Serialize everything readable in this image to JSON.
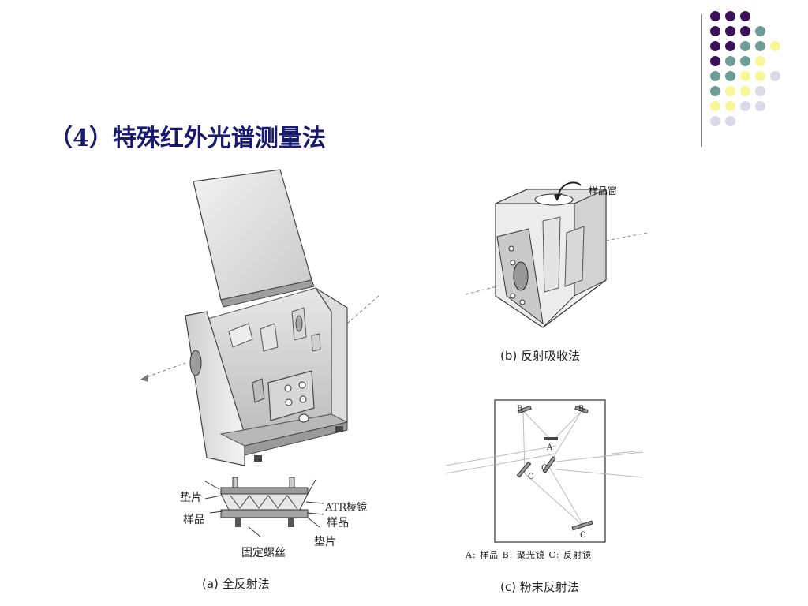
{
  "slide": {
    "title": "（4）特殊红外光谱测量法"
  },
  "decoration": {
    "dot_colors": {
      "purple": "#3d1159",
      "teal": "#6e9c97",
      "yellow": "#f7f79a",
      "lavender": "#d9d9e8"
    },
    "dot_rows": [
      [
        "purple",
        "purple",
        "purple"
      ],
      [
        "purple",
        "purple",
        "purple",
        "teal"
      ],
      [
        "purple",
        "purple",
        "teal",
        "teal",
        "yellow"
      ],
      [
        "purple",
        "teal",
        "teal",
        "yellow"
      ],
      [
        "teal",
        "teal",
        "yellow",
        "yellow",
        "lavender"
      ],
      [
        "teal",
        "yellow",
        "yellow",
        "lavender"
      ],
      [
        "yellow",
        "yellow",
        "lavender",
        "lavender"
      ],
      [
        "lavender",
        "lavender"
      ]
    ]
  },
  "figures": {
    "a": {
      "caption": "(a) 全反射法",
      "labels": {
        "pad_top": "垫片",
        "sample_left": "样品",
        "prism": "ATR棱镜",
        "sample_right": "样品",
        "pad_right": "垫片",
        "screw": "固定螺丝"
      }
    },
    "b": {
      "caption": "(b) 反射吸收法",
      "labels": {
        "sample_window": "样品窗"
      }
    },
    "c": {
      "caption": "(c) 粉末反射法",
      "labels": {
        "mirror_b_left": "B",
        "mirror_b_right": "B",
        "sample_a": "A",
        "mirror_c_left": "C",
        "mirror_c_center": "C",
        "mirror_c_bottom": "C"
      },
      "legend": "A: 样品  B: 聚光镜  C: 反射镜"
    }
  }
}
